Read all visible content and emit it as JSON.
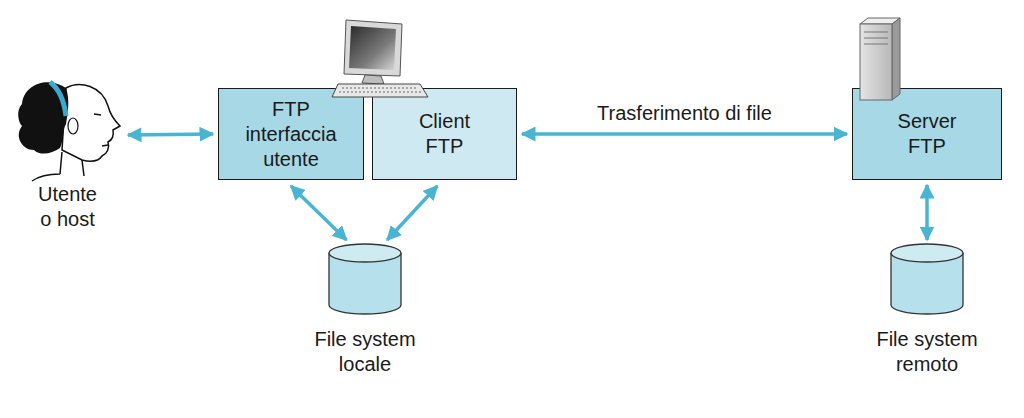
{
  "diagram": {
    "nodes": [
      {
        "text": [
          "Utente o host"
        ]
      },
      {
        "text": [
          "FTP interfaccia utente"
        ]
      },
      {
        "text": [
          "Client FTP"
        ]
      },
      {
        "text": [
          "Server FTP"
        ]
      },
      {
        "text": [
          "File system locale"
        ]
      },
      {
        "text": [
          "File system remoto"
        ]
      }
    ],
    "edges": [
      {
        "from": 0,
        "to": 1,
        "arrow": "both"
      },
      {
        "from": 2,
        "to": 3,
        "label": "Trasferimento di file",
        "arrow": "both"
      },
      {
        "from": 1,
        "to": 4,
        "arrow": "both"
      },
      {
        "from": 2,
        "to": 4,
        "arrow": "both"
      },
      {
        "from": 3,
        "to": 5,
        "arrow": "both"
      }
    ]
  }
}
